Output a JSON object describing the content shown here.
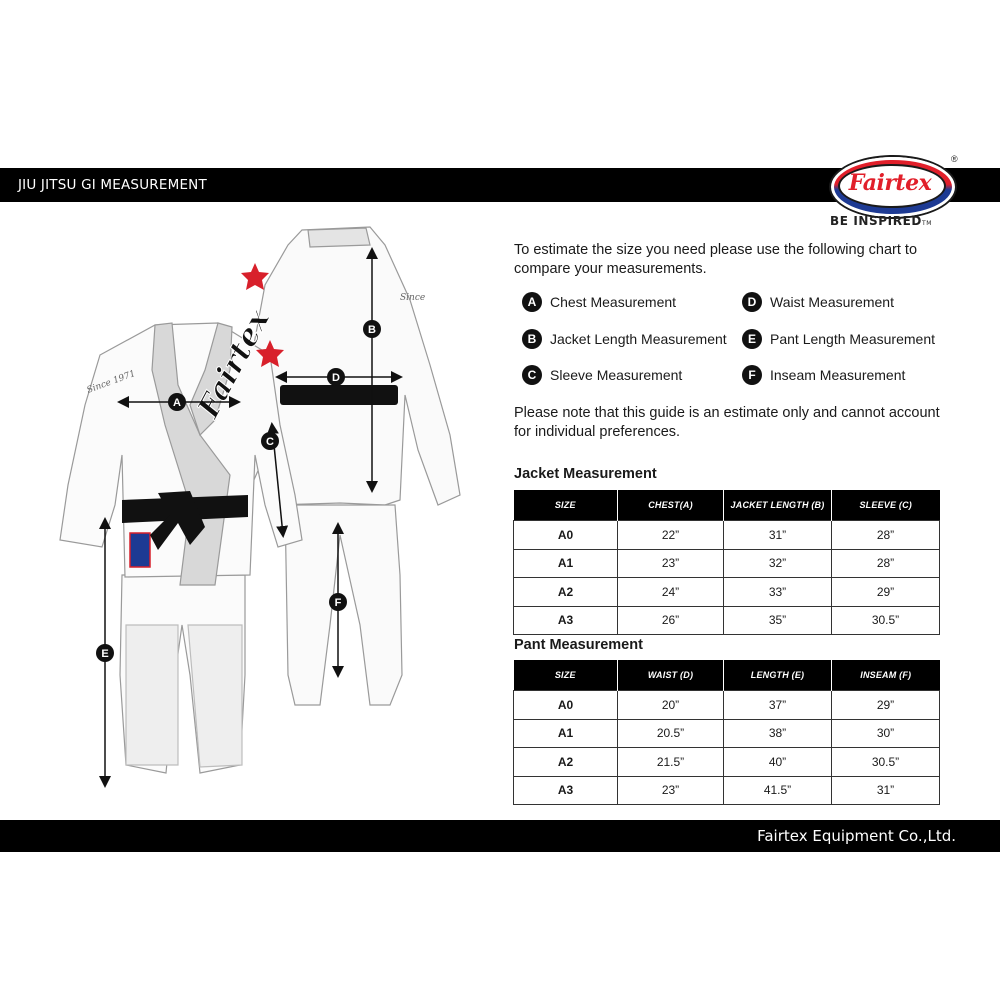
{
  "header": {
    "title": "JIU JITSU GI MEASUREMENT"
  },
  "footer": {
    "company": "Fairtex Equipment Co.,Ltd."
  },
  "logo": {
    "wordmark": "Fairtex",
    "registered": "®",
    "tagline": "BE INSPIRED",
    "tm": "TM"
  },
  "intro": "To estimate the size you need please use the following chart to compare your measurements.",
  "legend": [
    {
      "letter": "A",
      "label": "Chest Measurement"
    },
    {
      "letter": "B",
      "label": "Jacket Length Measurement"
    },
    {
      "letter": "C",
      "label": "Sleeve Measurement"
    },
    {
      "letter": "D",
      "label": "Waist Measurement"
    },
    {
      "letter": "E",
      "label": "Pant Length Measurement"
    },
    {
      "letter": "F",
      "label": "Inseam Measurement"
    }
  ],
  "note": "Please note that this guide is an estimate only and cannot account for individual preferences.",
  "jacket": {
    "title": "Jacket Measurement",
    "headers": [
      "SIZE",
      "CHEST(A)",
      "JACKET LENGTH (B)",
      "SLEEVE (C)"
    ],
    "rows": [
      [
        "A0",
        "22”",
        "31”",
        "28”"
      ],
      [
        "A1",
        "23”",
        "32”",
        "28”"
      ],
      [
        "A2",
        "24”",
        "33”",
        "29”"
      ],
      [
        "A3",
        "26”",
        "35”",
        "30.5”"
      ]
    ]
  },
  "pant": {
    "title": "Pant Measurement",
    "headers": [
      "SIZE",
      "WAIST (D)",
      "LENGTH (E)",
      "INSEAM (F)"
    ],
    "rows": [
      [
        "A0",
        "20”",
        "37”",
        "29”"
      ],
      [
        "A1",
        "20.5”",
        "38”",
        "30”"
      ],
      [
        "A2",
        "21.5”",
        "40”",
        "30.5”"
      ],
      [
        "A3",
        "23”",
        "41.5”",
        "31”"
      ]
    ]
  },
  "illustration": {
    "markers": [
      "A",
      "B",
      "C",
      "D",
      "E",
      "F"
    ],
    "belt_patch_text": "Fairtex",
    "chest_script": "Since 1971",
    "back_script": "Since"
  },
  "colors": {
    "band": "#000000",
    "logo_red": "#e11f2a",
    "logo_blue": "#1d3a93",
    "star_red": "#d8202b"
  }
}
